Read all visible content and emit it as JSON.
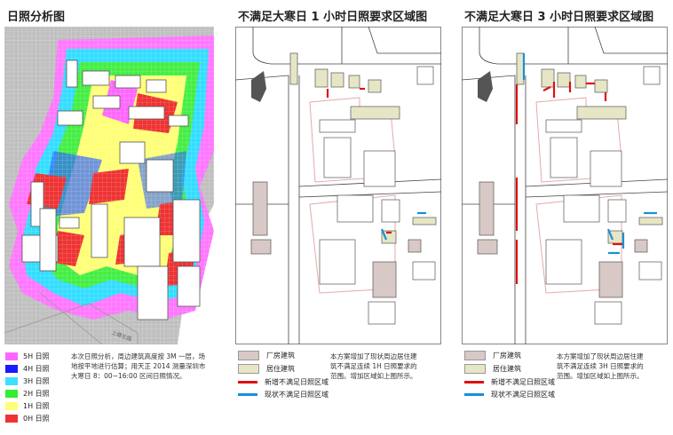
{
  "panels": {
    "sun": {
      "title": "日照分析图"
    },
    "p1": {
      "title": "不满足大寒日 1 小时日照要求区域图"
    },
    "p3": {
      "title": "不满足大寒日 3 小时日照要求区域图"
    }
  },
  "road_label": "上塘北路",
  "sun_legend": [
    {
      "label": "5H 日照",
      "color": "#ff66ff"
    },
    {
      "label": "4H 日照",
      "color": "#1a1aff"
    },
    {
      "label": "3H 日照",
      "color": "#3fe0ff"
    },
    {
      "label": "2H 日照",
      "color": "#33ee33"
    },
    {
      "label": "1H 日照",
      "color": "#ffff77"
    },
    {
      "label": "0H 日照",
      "color": "#ee3333"
    }
  ],
  "sun_note": [
    "本次日照分析，周边建筑高度按 3M 一层，场",
    "地按平地进行估算；用天正 2014 测量深圳市",
    "大寒日 8：00~16:00 区间日照情况。"
  ],
  "map_legend": {
    "factory": "厂房建筑",
    "residential": "居住建筑",
    "new_line": "新增不满足日照区域",
    "existing_line": "现状不满足日照区域"
  },
  "note_p1": [
    "本方案增加了现状周边居住建",
    "筑不满足连续 1H 日照要求的",
    "范围。增加区域如上图所示。"
  ],
  "note_p3": [
    "本方案增加了现状周边居住建",
    "筑不满足连续 3H 日照要求的",
    "范围。增加区域如上图所示。"
  ],
  "colors": {
    "factory": "#d8c8c6",
    "residential": "#e6e6c6",
    "new": "#dd1111",
    "existing": "#1a8fd8",
    "boundary": "#e5a9a9"
  }
}
